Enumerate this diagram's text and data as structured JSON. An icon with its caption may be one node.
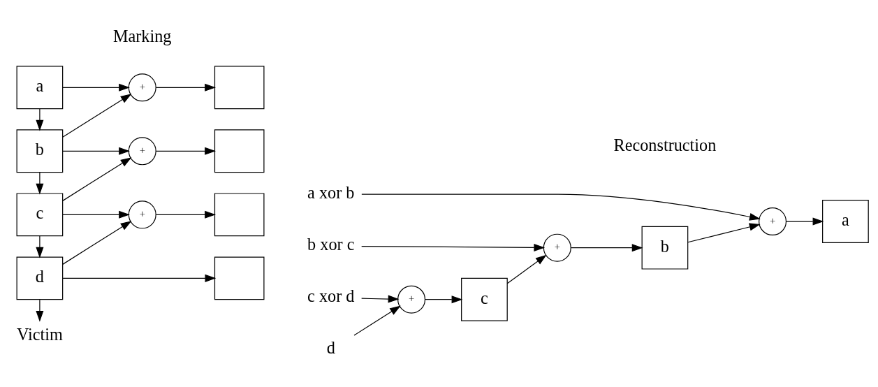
{
  "diagram": {
    "nodes": [
      {
        "text": [
          "a"
        ]
      },
      {
        "text": [
          "b"
        ]
      },
      {
        "text": [
          "c"
        ]
      },
      {
        "text": [
          "d"
        ]
      },
      {
        "text": [
          "+"
        ]
      },
      {
        "text": [],
        "shape": "box"
      },
      {
        "text": [
          "+"
        ]
      },
      {
        "text": [],
        "shape": "box"
      },
      {
        "text": [
          "+"
        ]
      },
      {
        "text": [],
        "shape": "box"
      },
      {
        "text": [],
        "shape": "box"
      },
      {
        "text": [
          "Victim"
        ]
      },
      {
        "text": [
          "a xor b"
        ]
      },
      {
        "text": [
          "b xor c"
        ]
      },
      {
        "text": [
          "c xor d"
        ]
      },
      {
        "text": [
          "d"
        ]
      },
      {
        "text": [
          "+"
        ]
      },
      {
        "text": [
          "c"
        ]
      },
      {
        "text": [
          "+"
        ]
      },
      {
        "text": [
          "b"
        ]
      },
      {
        "text": [
          "+"
        ]
      },
      {
        "text": [
          "a"
        ]
      }
    ],
    "edges": [
      {
        "from": 0,
        "to": 1,
        "arrow": "to"
      },
      {
        "from": 1,
        "to": 2,
        "arrow": "to"
      },
      {
        "from": 2,
        "to": 3,
        "arrow": "to"
      },
      {
        "from": 3,
        "to": 11,
        "arrow": "to"
      },
      {
        "from": 0,
        "to": 4,
        "arrow": "to"
      },
      {
        "from": 1,
        "to": 4,
        "arrow": "to"
      },
      {
        "from": 4,
        "to": 5,
        "arrow": "to"
      },
      {
        "from": 1,
        "to": 6,
        "arrow": "to"
      },
      {
        "from": 2,
        "to": 6,
        "arrow": "to"
      },
      {
        "from": 6,
        "to": 7,
        "arrow": "to"
      },
      {
        "from": 2,
        "to": 8,
        "arrow": "to"
      },
      {
        "from": 3,
        "to": 8,
        "arrow": "to"
      },
      {
        "from": 8,
        "to": 9,
        "arrow": "to"
      },
      {
        "from": 3,
        "to": 10,
        "arrow": "to"
      },
      {
        "from": 12,
        "to": 20,
        "arrow": "to"
      },
      {
        "from": 13,
        "to": 18,
        "arrow": "to"
      },
      {
        "from": 14,
        "to": 16,
        "arrow": "to"
      },
      {
        "from": 15,
        "to": 16,
        "arrow": "to"
      },
      {
        "from": 16,
        "to": 17,
        "arrow": "to"
      },
      {
        "from": 17,
        "to": 18,
        "arrow": "to"
      },
      {
        "from": 18,
        "to": 19,
        "arrow": "to"
      },
      {
        "from": 19,
        "to": 20,
        "arrow": "to"
      },
      {
        "from": 20,
        "to": 21,
        "arrow": "to"
      }
    ],
    "labels": [
      "Marking",
      "Reconstruction"
    ]
  }
}
